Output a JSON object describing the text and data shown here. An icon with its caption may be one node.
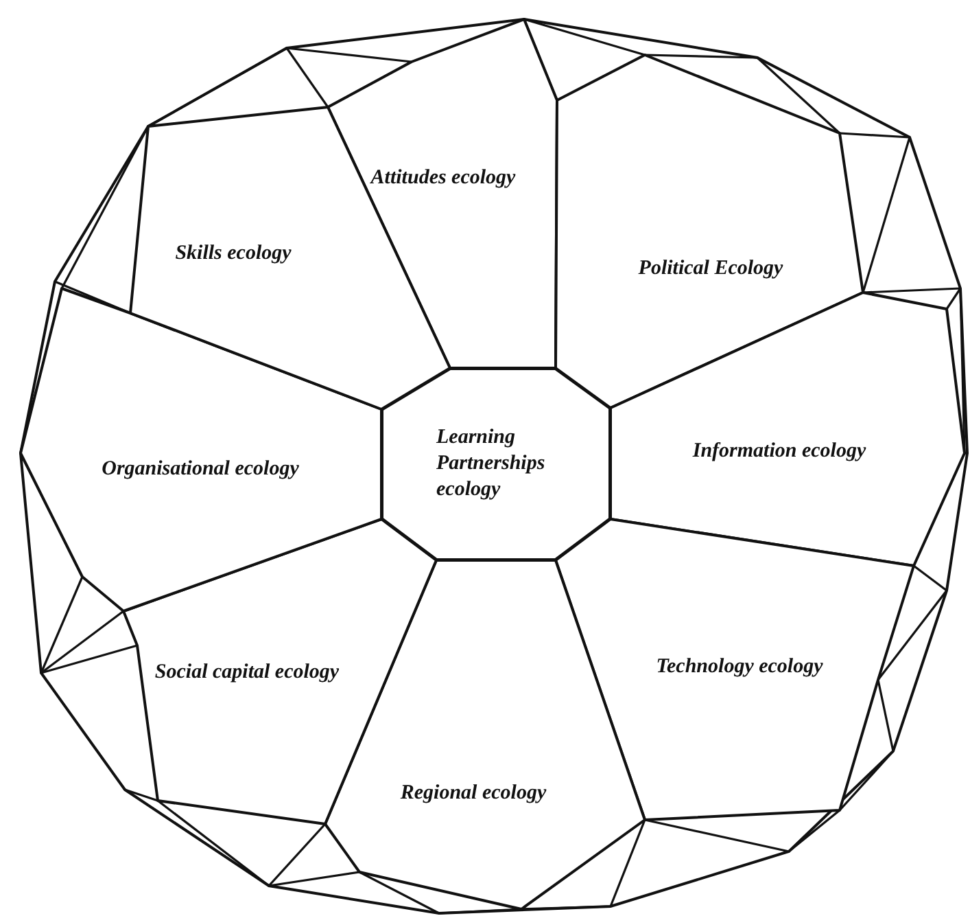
{
  "diagram": {
    "nodes": [
      {
        "text": [
          "Learning Partnerships ecology"
        ]
      },
      {
        "text": [
          "Attitudes ecology"
        ]
      },
      {
        "text": [
          "Political Ecology"
        ]
      },
      {
        "text": [
          "Information ecology"
        ]
      },
      {
        "text": [
          "Technology ecology"
        ]
      },
      {
        "text": [
          "Regional ecology"
        ]
      },
      {
        "text": [
          "Social capital ecology"
        ]
      },
      {
        "text": [
          "Organisational ecology"
        ]
      },
      {
        "text": [
          "Skills ecology"
        ]
      }
    ]
  }
}
